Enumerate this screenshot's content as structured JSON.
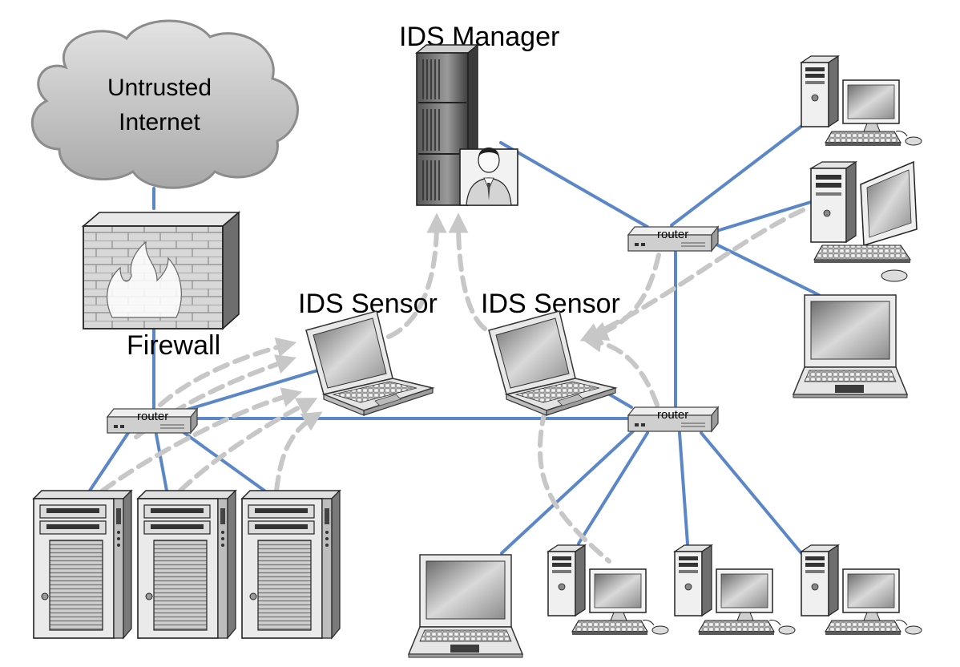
{
  "cloud": {
    "line1": "Untrusted",
    "line2": "Internet"
  },
  "firewall": {
    "label": "Firewall"
  },
  "manager": {
    "label": "IDS Manager"
  },
  "sensors": [
    {
      "label": "IDS Sensor"
    },
    {
      "label": "IDS Sensor"
    }
  ],
  "routers": [
    {
      "label": "router"
    },
    {
      "label": "router"
    },
    {
      "label": "router"
    }
  ],
  "colors": {
    "link": "#5b87c9",
    "flow": "#c7c7c7"
  }
}
